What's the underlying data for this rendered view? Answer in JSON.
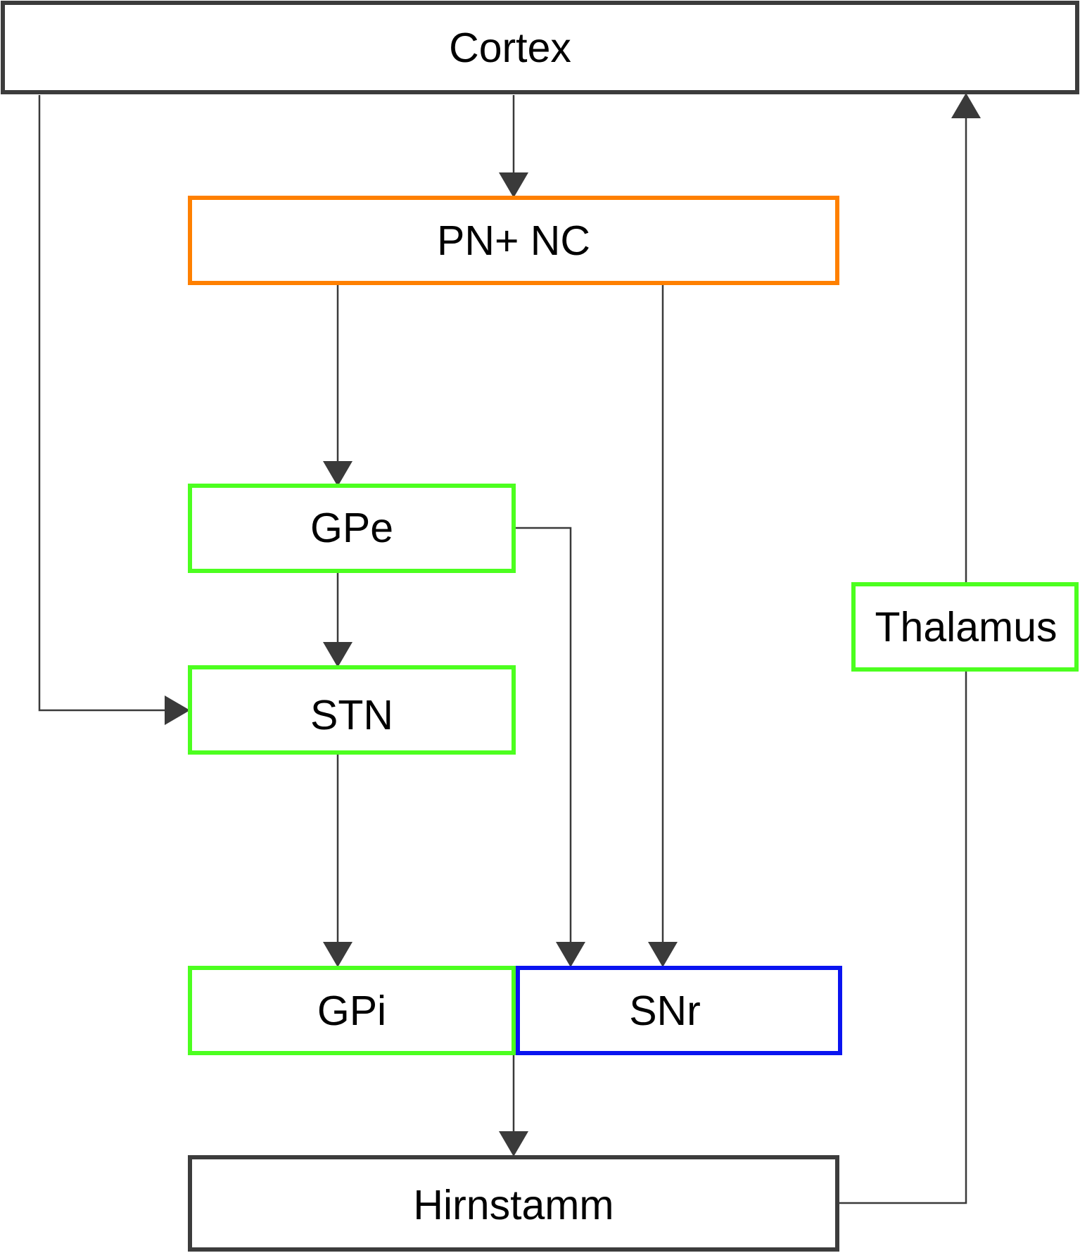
{
  "diagram": {
    "nodes": {
      "cortex": {
        "label": "Cortex",
        "border_color": "#3c3c3c"
      },
      "pn_nc": {
        "label": "PN+ NC",
        "border_color": "#ff8000"
      },
      "gpe": {
        "label": "GPe",
        "border_color": "#4cff1f"
      },
      "stn": {
        "label": "STN",
        "border_color": "#4cff1f"
      },
      "thalamus": {
        "label": "Thalamus",
        "border_color": "#4cff1f"
      },
      "gpi": {
        "label": "GPi",
        "border_color": "#4cff1f"
      },
      "snr": {
        "label": "SNr",
        "border_color": "#0a14f0"
      },
      "hirnstamm": {
        "label": "Hirnstamm",
        "border_color": "#3c3c3c"
      }
    },
    "edges": [
      {
        "from": "cortex",
        "to": "pn_nc"
      },
      {
        "from": "cortex",
        "to": "stn"
      },
      {
        "from": "pn_nc",
        "to": "gpe"
      },
      {
        "from": "pn_nc",
        "to": "snr"
      },
      {
        "from": "gpe",
        "to": "stn"
      },
      {
        "from": "gpe",
        "to": "snr"
      },
      {
        "from": "stn",
        "to": "gpi"
      },
      {
        "from": "gpi",
        "to": "hirnstamm"
      },
      {
        "from": "hirnstamm",
        "to": "thalamus"
      },
      {
        "from": "thalamus",
        "to": "cortex"
      }
    ],
    "edge_color": "#3a3a3a"
  }
}
